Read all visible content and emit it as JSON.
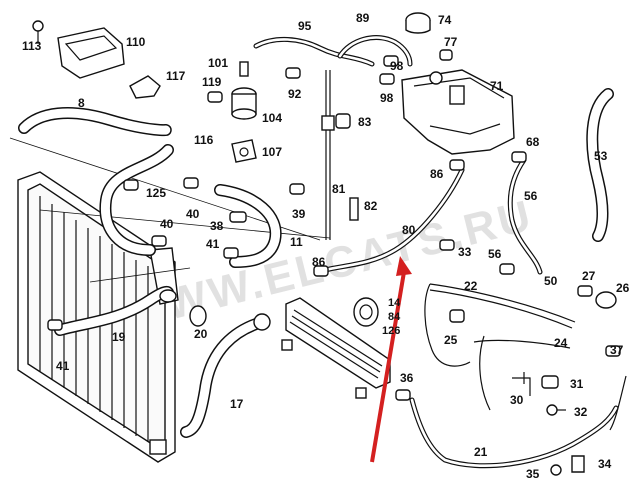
{
  "diagram": {
    "watermark": "WWW.ELCATS.RU",
    "arrow_color": "#d42020",
    "line_color": "#111111",
    "labels": {
      "l113": "113",
      "l110": "110",
      "l117": "117",
      "l101": "101",
      "l119": "119",
      "l92": "92",
      "l104": "104",
      "l95": "95",
      "l89": "89",
      "l74": "74",
      "l77": "77",
      "l98a": "98",
      "l98b": "98",
      "l71": "71",
      "l83": "83",
      "l107": "107",
      "l8": "8",
      "l116": "116",
      "l125": "125",
      "l40a": "40",
      "l40b": "40",
      "l38": "38",
      "l41a": "41",
      "l41b": "41",
      "l11": "11",
      "l39": "39",
      "l81": "81",
      "l82": "82",
      "l86a": "86",
      "l86b": "86",
      "l80": "80",
      "l68": "68",
      "l53": "53",
      "l56a": "56",
      "l56b": "56",
      "l33": "33",
      "l50": "50",
      "l27": "27",
      "l26": "26",
      "l22": "22",
      "l14": "14",
      "l84": "84",
      "l126": "126",
      "l25": "25",
      "l24": "24",
      "l19": "19",
      "l20": "20",
      "l17": "17",
      "l36": "36",
      "l37": "37",
      "l31": "31",
      "l30": "30",
      "l32": "32",
      "l21": "21",
      "l35": "35",
      "l34": "34"
    }
  }
}
